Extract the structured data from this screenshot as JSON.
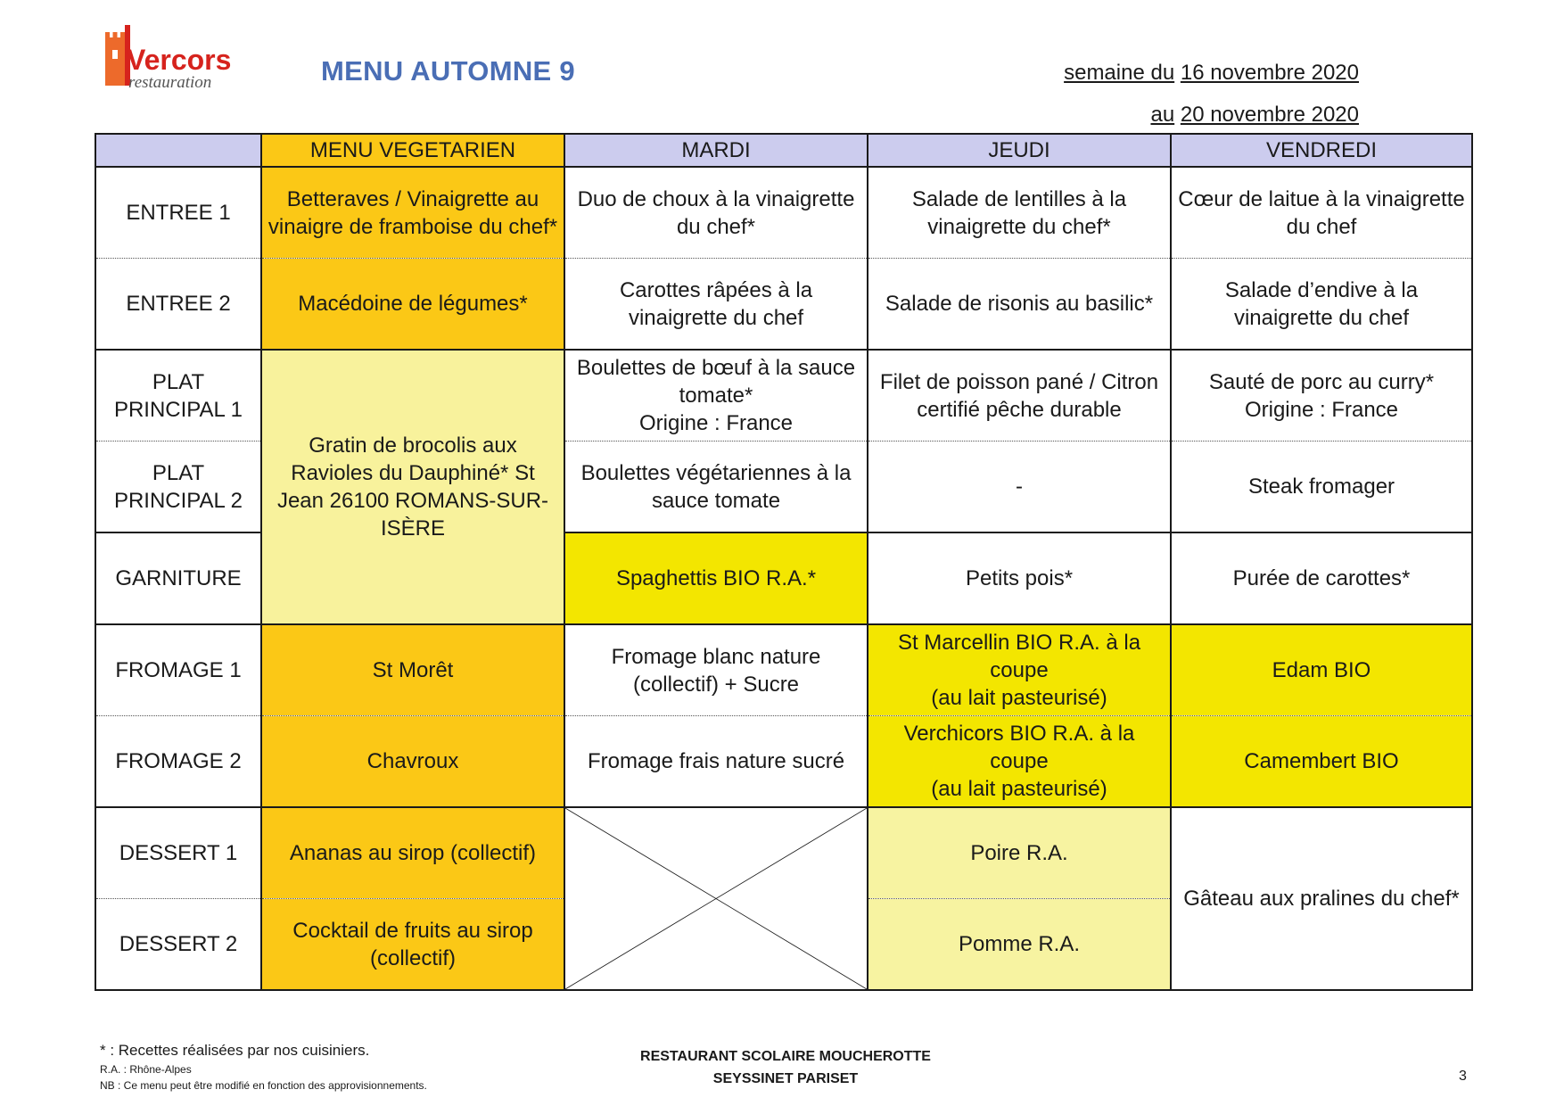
{
  "header": {
    "logo_text": "Vercors",
    "logo_subtext": "restauration",
    "title": "MENU AUTOMNE 9",
    "week_from_label": "semaine du",
    "week_from_date": "16 novembre 2020",
    "week_to_label": "au",
    "week_to_date": "20 novembre 2020"
  },
  "colors": {
    "title": "#4a6eb5",
    "header_row": "#ccccee",
    "vegetarian": "#fbc816",
    "pale_yellow": "#f8f29c",
    "bio_yellow": "#f3e600",
    "logo_orange": "#ed6a2b",
    "logo_red": "#d6231d"
  },
  "table": {
    "columns": [
      "",
      "MENU VEGETARIEN",
      "MARDI",
      "JEUDI",
      "VENDREDI"
    ],
    "rows": [
      {
        "label": "ENTREE 1",
        "veg": "Betteraves / Vinaigrette au vinaigre de framboise du chef*",
        "mardi": "Duo de choux à la vinaigrette du chef*",
        "jeudi": "Salade de lentilles à la vinaigrette du chef*",
        "vendredi": "Cœur de laitue à la vinaigrette du chef"
      },
      {
        "label": "ENTREE 2",
        "veg": "Macédoine de légumes*",
        "mardi": "Carottes râpées à la vinaigrette du chef",
        "jeudi": "Salade de risonis au basilic*",
        "vendredi": "Salade d’endive à la vinaigrette du chef"
      },
      {
        "label": "PLAT PRINCIPAL 1",
        "mardi": "Boulettes de bœuf à la sauce tomate*",
        "mardi_2": "Origine : France",
        "jeudi": "Filet de poisson pané / Citron certifié pêche durable",
        "vendredi": "Sauté de porc au curry*",
        "vendredi_2": "Origine : France"
      },
      {
        "label": "PLAT PRINCIPAL 2",
        "mardi": "Boulettes végétariennes à la sauce tomate",
        "jeudi": "-",
        "vendredi": "Steak fromager"
      },
      {
        "label": "GARNITURE",
        "mardi": "Spaghettis BIO R.A.*",
        "jeudi": "Petits pois*",
        "vendredi": "Purée de carottes*"
      },
      {
        "label": "FROMAGE 1",
        "veg": "St Morêt",
        "mardi": "Fromage blanc nature (collectif) + Sucre",
        "jeudi": "St Marcellin BIO R.A. à la coupe",
        "jeudi_2": "(au lait pasteurisé)",
        "vendredi": "Edam BIO"
      },
      {
        "label": "FROMAGE 2",
        "veg": "Chavroux",
        "mardi": "Fromage frais nature sucré",
        "jeudi": "Verchicors BIO R.A. à la coupe",
        "jeudi_2": "(au lait pasteurisé)",
        "vendredi": "Camembert BIO"
      },
      {
        "label": "DESSERT 1",
        "veg": "Ananas au sirop (collectif)",
        "jeudi": "Poire R.A."
      },
      {
        "label": "DESSERT 2",
        "veg": "Cocktail de fruits au sirop (collectif)",
        "jeudi": "Pomme R.A."
      }
    ],
    "veg_main_merged": "Gratin de brocolis aux Ravioles du Dauphiné* St Jean 26100 ROMANS-SUR-ISÈRE",
    "vendredi_dessert_merged": "Gâteau aux pralines du chef*"
  },
  "footer": {
    "note_1": "* : Recettes réalisées par nos cuisiniers.",
    "note_2": "R.A. : Rhône-Alpes",
    "note_3": "NB : Ce menu peut être modifié en fonction des approvisionnements.",
    "restaurant_line_1": "RESTAURANT SCOLAIRE MOUCHEROTTE",
    "restaurant_line_2": "SEYSSINET PARISET",
    "page_number": "3"
  }
}
